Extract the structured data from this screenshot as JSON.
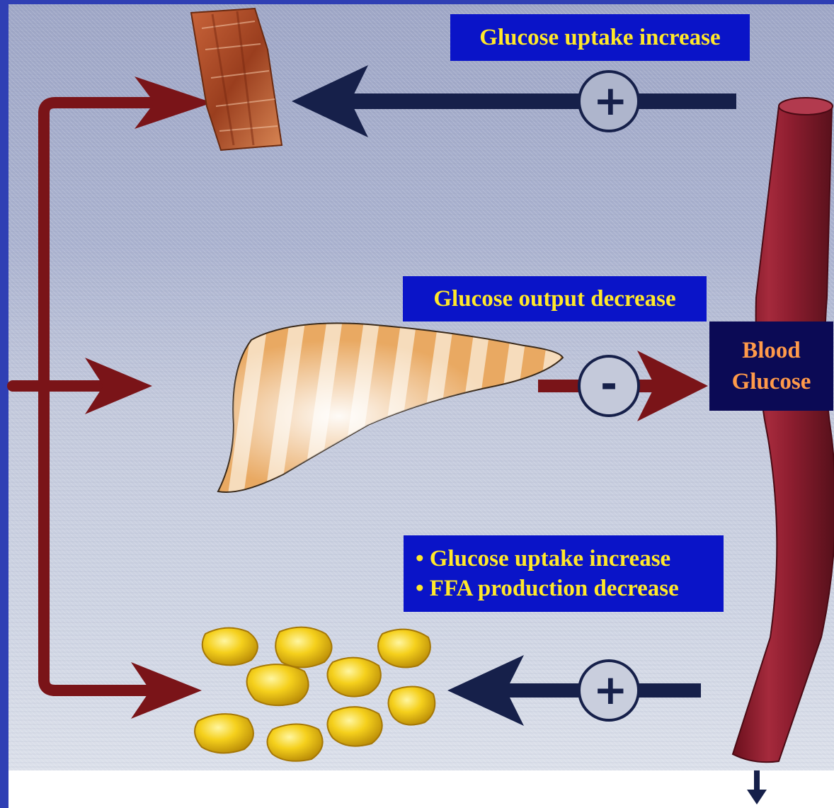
{
  "labels": {
    "muscle": "Glucose uptake increase",
    "liver": "Glucose output decrease",
    "fat": [
      "• Glucose uptake increase",
      "• FFA production decrease"
    ],
    "blood": [
      "Blood",
      "Glucose"
    ]
  },
  "signs": {
    "muscle": "+",
    "liver": "-",
    "fat": "+"
  },
  "colors": {
    "label_box": "#0a14c8",
    "label_text": "#ffe82a",
    "blood_box": "#0b0a55",
    "blood_text": "#ff9a4a",
    "insulin_arrow": "#7a1418",
    "feedback_arrow": "#16204a",
    "vessel": "#8a1c2c",
    "fat_cell": "#f2c810",
    "liver": "#e8a860",
    "muscle": "#a84a24",
    "frame": "#2f3fb4"
  }
}
